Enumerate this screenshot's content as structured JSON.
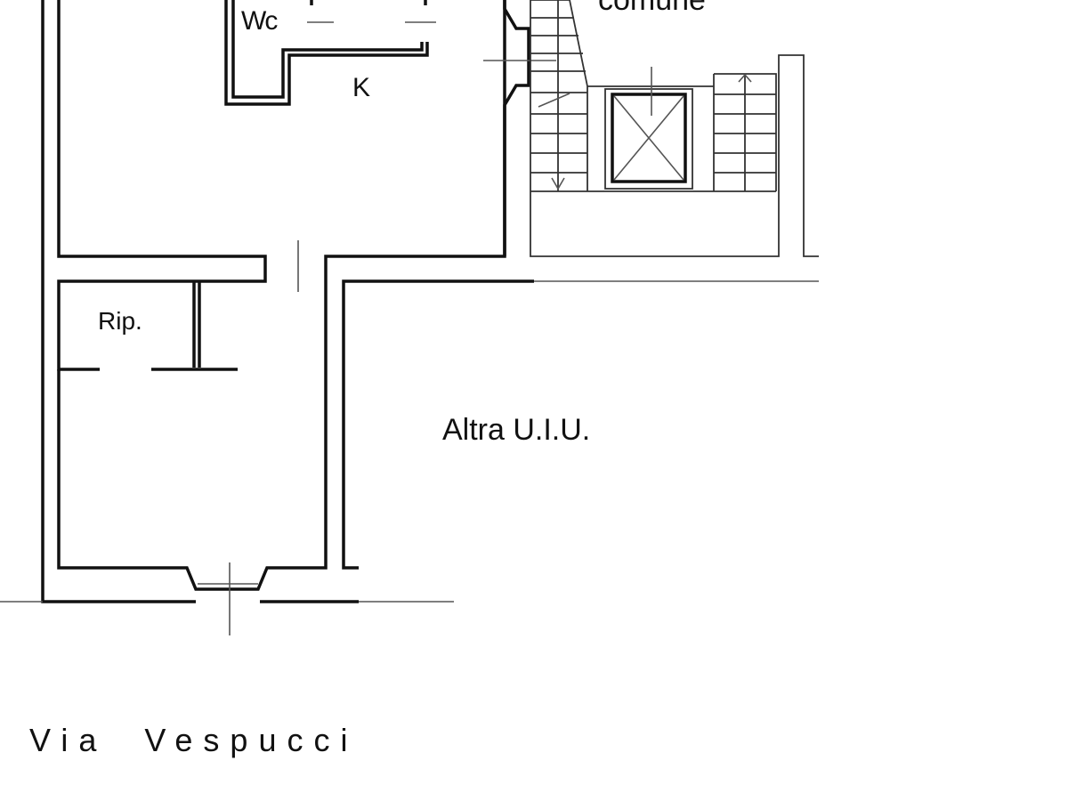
{
  "rooms": {
    "wc": "Wc",
    "kitchen": "K",
    "storage": "Rip.",
    "other_unit": "Altra U.I.U.",
    "common_area": "comune"
  },
  "street": "Via Vespucci"
}
